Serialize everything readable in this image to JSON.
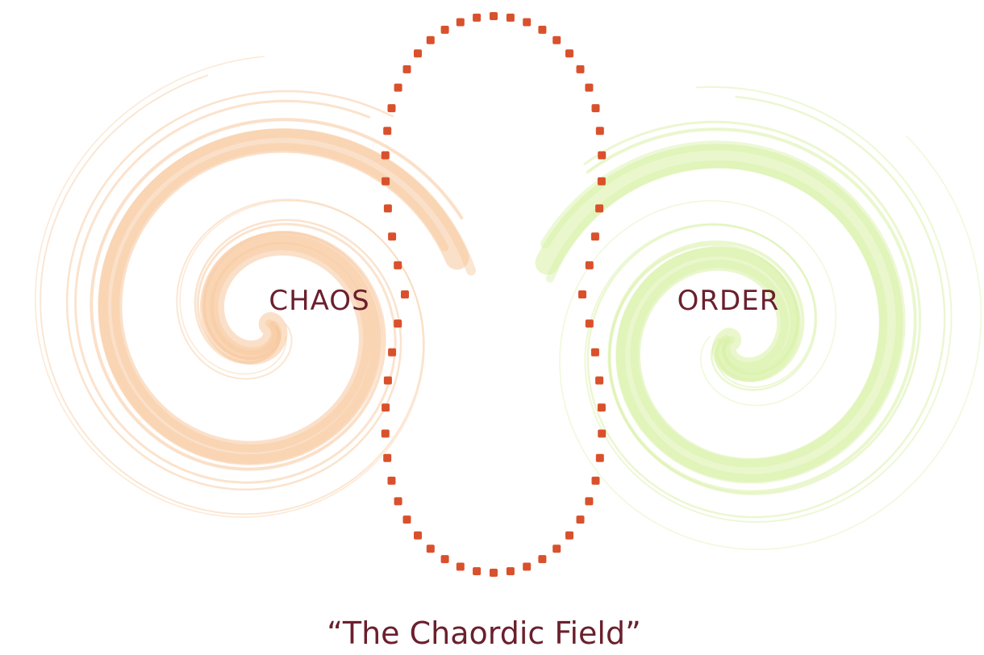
{
  "diagram": {
    "labels": {
      "left": "CHAOS",
      "right": "ORDER"
    },
    "caption": "“The Chaordic Field”",
    "colors": {
      "chaos": "#f7c79c",
      "order": "#d8f0a4",
      "boundary_dots": "#d9512c",
      "text": "#6b1f2c"
    }
  }
}
